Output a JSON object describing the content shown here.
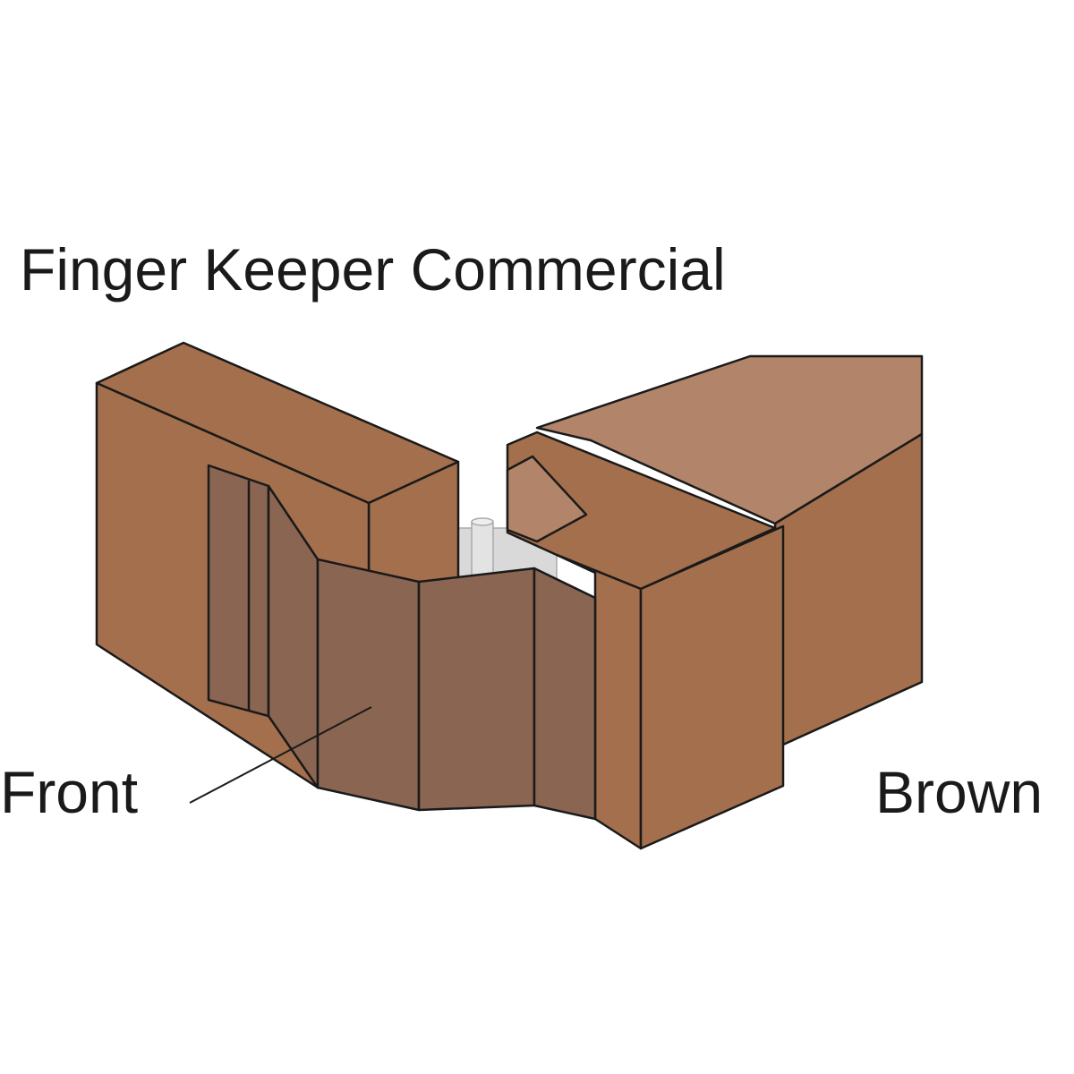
{
  "title": "Finger Keeper Commercial",
  "labels": {
    "front": "Front",
    "color": "Brown"
  },
  "colors": {
    "block": "#a46f4c",
    "block_top_light": "#b2856a",
    "panel": "#8a6551",
    "hinge": "#d9d9d9",
    "outline": "#1a1a1a"
  }
}
